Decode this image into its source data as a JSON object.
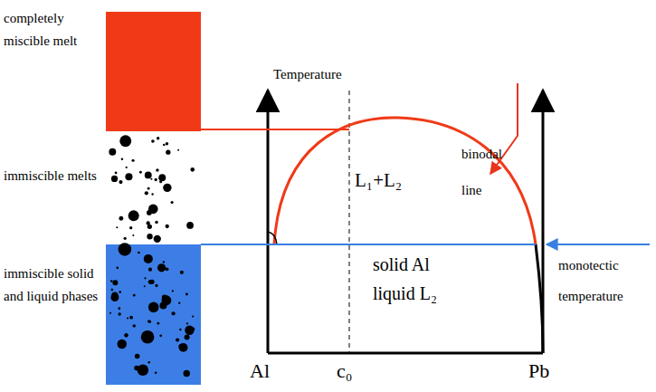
{
  "diagram": {
    "labels": [
      "completely miscible melt",
      "immiscible melts",
      "immiscible solid and liquid phases",
      "Temperature",
      "binodal line",
      "L₁+L₂",
      "solid Al liquid L₂",
      "monotectic temperature",
      "Al",
      "c₀",
      "Pb"
    ]
  }
}
